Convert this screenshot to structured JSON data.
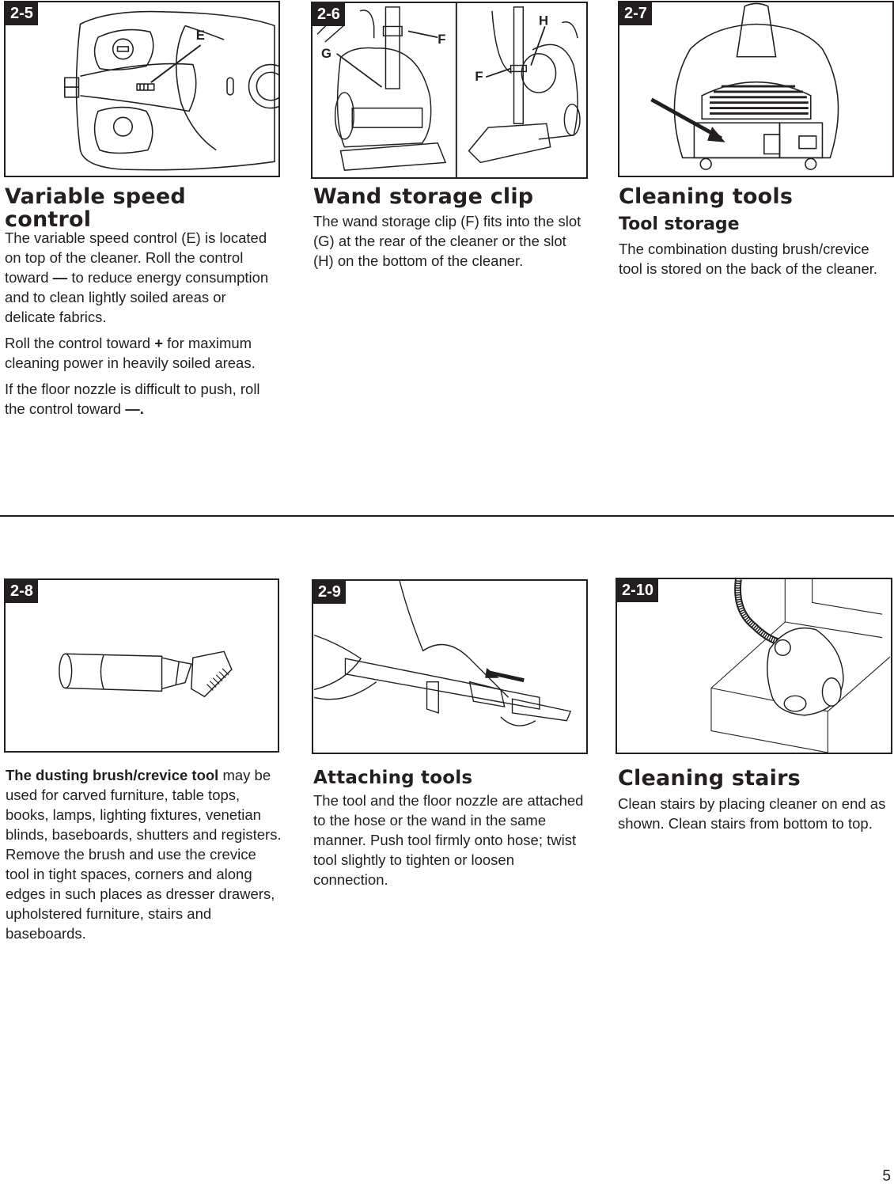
{
  "page_number": "5",
  "colors": {
    "ink": "#231f20",
    "background": "#ffffff"
  },
  "figures": [
    {
      "id": "2-5",
      "callouts": [
        "E"
      ]
    },
    {
      "id": "2-6",
      "callouts": [
        "F",
        "G",
        "H",
        "F"
      ]
    },
    {
      "id": "2-7",
      "callouts": []
    },
    {
      "id": "2-8",
      "callouts": []
    },
    {
      "id": "2-9",
      "callouts": []
    },
    {
      "id": "2-10",
      "callouts": []
    }
  ],
  "sections": {
    "variable_speed": {
      "title": "Variable speed control",
      "p1": "The variable speed control (E) is located on top of the cleaner. Roll the control toward",
      "p1_symbol": "—",
      "p1_end": "to reduce energy consumption and to clean lightly soiled areas or delicate fabrics.",
      "p2": "Roll the control toward",
      "p2_symbol": "+",
      "p2_end": "for maximum cleaning power in heavily soiled areas.",
      "p3": "If the floor nozzle is difficult to push, roll the control toward",
      "p3_symbol": "—."
    },
    "wand_storage": {
      "title": "Wand storage clip",
      "body": "The wand storage clip (F) fits into the slot (G) at the rear of the cleaner or the slot (H) on the bottom of the cleaner."
    },
    "cleaning_tools": {
      "title": "Cleaning tools",
      "subtitle": "Tool storage",
      "body": "The combination dusting brush/crevice tool is stored on the back of the cleaner."
    },
    "dusting_brush": {
      "lead": "The dusting brush/crevice tool",
      "body": "may be used for carved furniture, table tops, books, lamps, lighting fixtures, venetian blinds, baseboards, shutters and registers. Remove the brush and use the crevice tool in tight spaces, corners and along edges in such places as dresser drawers, upholstered furniture, stairs and baseboards."
    },
    "attaching_tools": {
      "title": "Attaching tools",
      "body": "The tool and the floor nozzle are attached to the hose or the wand in the same manner. Push tool firmly onto hose; twist tool slightly to tighten or loosen connection."
    },
    "cleaning_stairs": {
      "title": "Cleaning stairs",
      "body": "Clean stairs by placing cleaner on end as shown. Clean stairs from bottom to top."
    }
  }
}
